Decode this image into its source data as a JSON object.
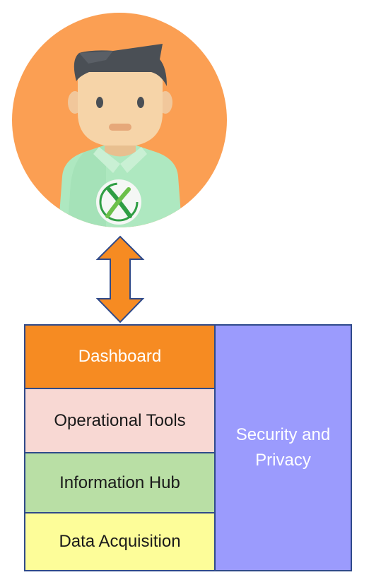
{
  "diagram": {
    "layers": {
      "dashboard": "Dashboard",
      "operational_tools": "Operational Tools",
      "information_hub": "Information Hub",
      "data_acquisition": "Data Acquisition",
      "security_privacy": "Security and Privacy"
    }
  },
  "colors": {
    "avatar_background": "#fb9f53",
    "arrow": "#f68b22",
    "arrow_outline": "#2f4a8a",
    "dashboard": "#f68b22",
    "operational_tools": "#f8d8d3",
    "information_hub": "#b9dfa5",
    "data_acquisition": "#fdfd99",
    "security_privacy": "#9b9bfd"
  },
  "icons": {
    "user": "user-avatar-icon",
    "logo": "x-logo-icon",
    "connection": "double-arrow-icon"
  }
}
